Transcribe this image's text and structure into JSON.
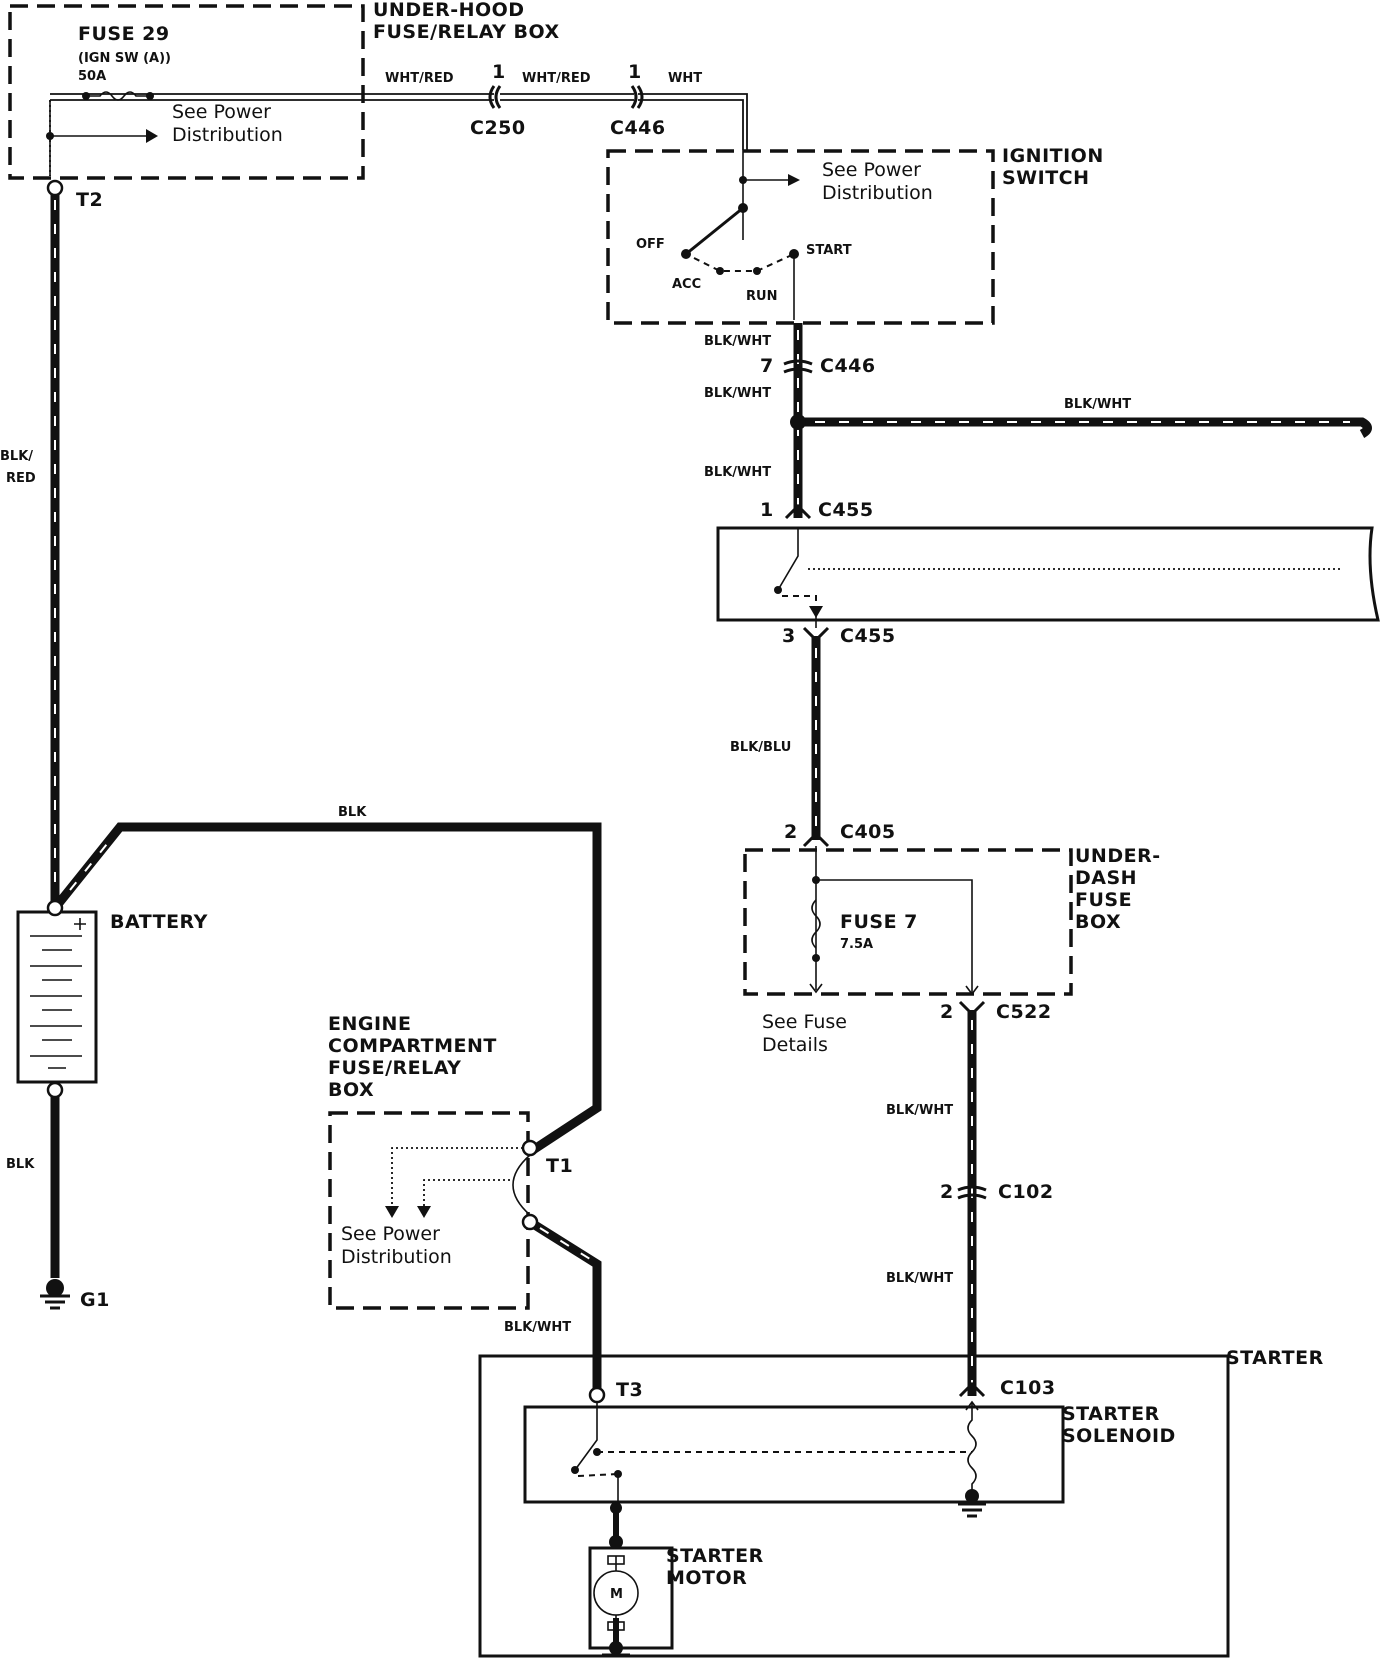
{
  "components": {
    "underhood_box": [
      "UNDER-HOOD",
      "FUSE/RELAY BOX"
    ],
    "fuse29": {
      "name": "FUSE 29",
      "circuit": "(IGN SW (A))",
      "rating": "50A"
    },
    "ignition_switch": [
      "IGNITION",
      "SWITCH"
    ],
    "ignition_positions": {
      "off": "OFF",
      "acc": "ACC",
      "run": "RUN",
      "start": "START"
    },
    "battery": "BATTERY",
    "engine_box": [
      "ENGINE",
      "COMPARTMENT",
      "FUSE/RELAY",
      "BOX"
    ],
    "underdash_box": [
      "UNDER-",
      "DASH",
      "FUSE",
      "BOX"
    ],
    "fuse7": {
      "name": "FUSE 7",
      "rating": "7.5A"
    },
    "starter": "STARTER",
    "starter_solenoid": [
      "STARTER",
      "SOLENOID"
    ],
    "starter_motor": [
      "STARTER",
      "MOTOR"
    ],
    "motor_symbol": "M"
  },
  "notes": {
    "power_dist": [
      "See Power",
      "Distribution"
    ],
    "fuse_details": [
      "See Fuse",
      "Details"
    ]
  },
  "terminals": {
    "t1": "T1",
    "t2": "T2",
    "t3": "T3",
    "g1": "G1"
  },
  "connectors": {
    "c250": {
      "pin": "1",
      "name": "C250"
    },
    "c446_top": {
      "pin": "1",
      "name": "C446"
    },
    "c446": {
      "pin": "7",
      "name": "C446"
    },
    "c455_in": {
      "pin": "1",
      "name": "C455"
    },
    "c455_out": {
      "pin": "3",
      "name": "C455"
    },
    "c405": {
      "pin": "2",
      "name": "C405"
    },
    "c522": {
      "pin": "2",
      "name": "C522"
    },
    "c102": {
      "pin": "2",
      "name": "C102"
    },
    "c103": {
      "name": "C103"
    }
  },
  "wires": {
    "wht_red_1": "WHT/RED",
    "wht_red_2": "WHT/RED",
    "wht": "WHT",
    "blk_red": [
      "BLK/",
      "RED"
    ],
    "blk_top": "BLK",
    "blk_ground": "BLK",
    "blk_wht_1": "BLK/WHT",
    "blk_wht_2": "BLK/WHT",
    "blk_wht_3": "BLK/WHT",
    "blk_wht_branch": "BLK/WHT",
    "blk_blu": "BLK/BLU",
    "blk_wht_4": "BLK/WHT",
    "blk_wht_5": "BLK/WHT",
    "blk_wht_t3": "BLK/WHT"
  }
}
